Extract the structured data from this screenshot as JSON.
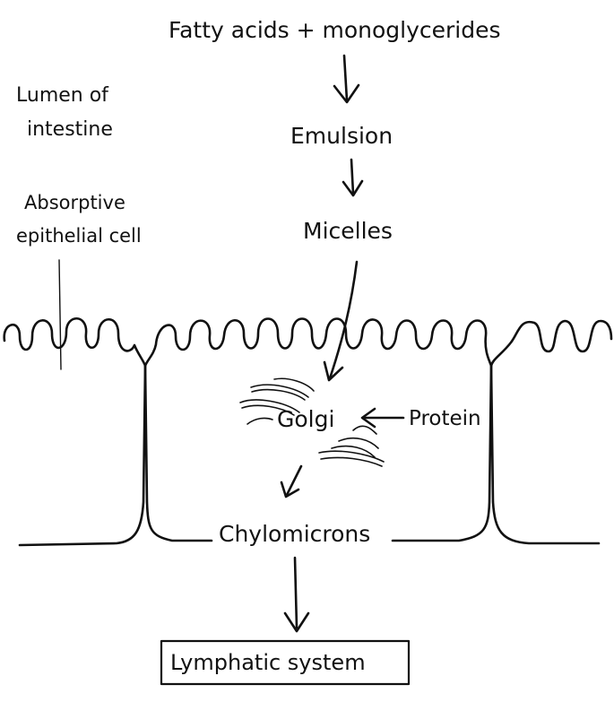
{
  "labels": {
    "fatty_acids": "Fatty acids + monoglycerides",
    "lumen_line1": "Lumen of",
    "lumen_line2": "intestine",
    "emulsion": "Emulsion",
    "absorptive_line1": "Absorptive",
    "absorptive_line2": "epithelial cell",
    "micelles": "Micelles",
    "golgi": "Golgi",
    "protein": "Protein",
    "chylomicrons": "Chylomicrons",
    "lymphatic": "Lymphatic system"
  },
  "colors": {
    "ink": "#111111",
    "background": "#ffffff"
  }
}
